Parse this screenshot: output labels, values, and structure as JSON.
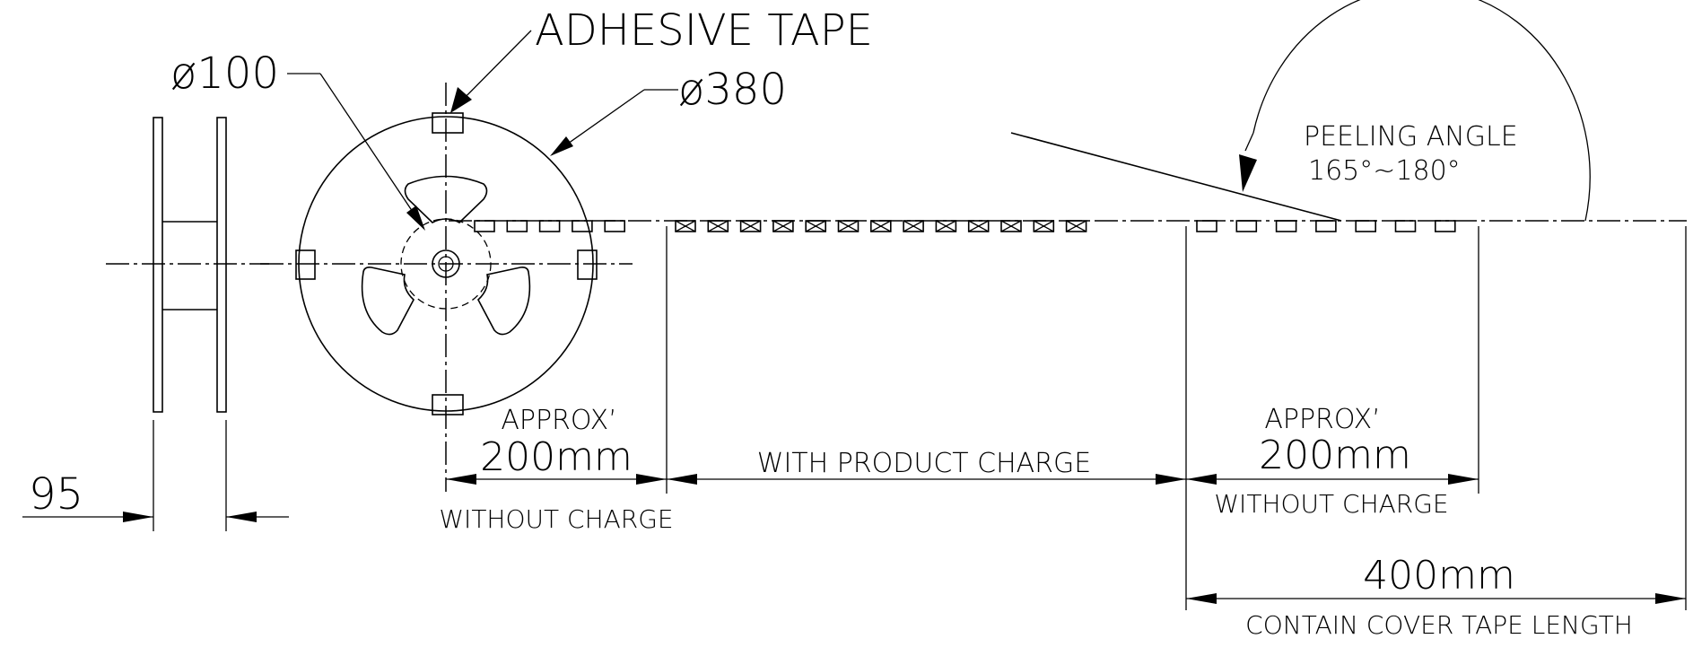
{
  "labels": {
    "adhesive_tape": "ADHESIVE TAPE",
    "hub_diameter": "ø100",
    "reel_diameter": "ø380",
    "peeling_angle_title": "PEELING ANGLE",
    "peeling_angle_range": "165°~180°",
    "reel_width": "95",
    "leader_approx": "APPROX’",
    "leader_length": "200mm",
    "leader_note": "WITHOUT CHARGE",
    "product_note": "WITH  PRODUCT  CHARGE",
    "trailer_approx": "APPROX’",
    "trailer_length": "200mm",
    "trailer_note": "WITHOUT CHARGE",
    "cover_length": "400mm",
    "cover_note": "CONTAIN COVER TAPE LENGTH"
  },
  "tape": {
    "empty_leader_pockets": 5,
    "product_pockets": 13,
    "empty_trailer_pockets": 7
  }
}
